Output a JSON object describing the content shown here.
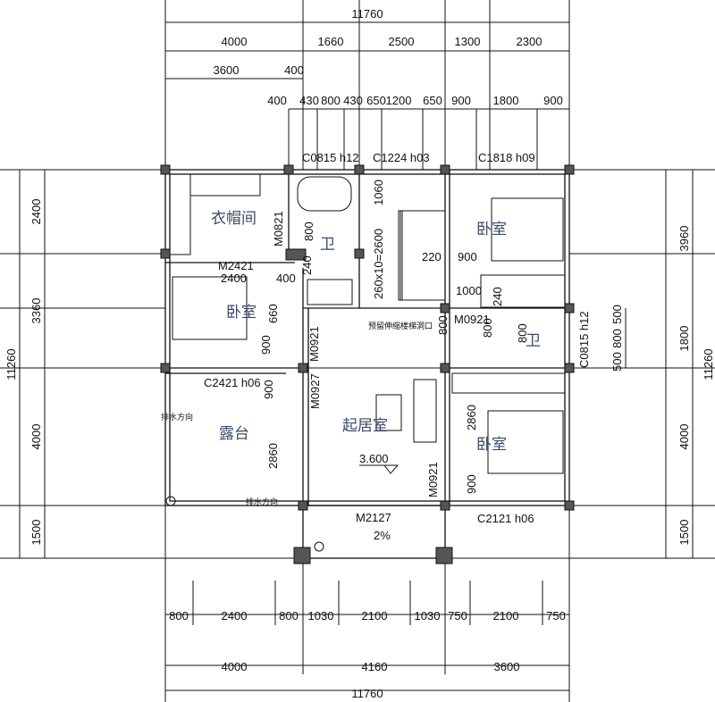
{
  "top_dims": {
    "total": "11760",
    "row2": [
      "4000",
      "1660",
      "2500",
      "1300",
      "2300"
    ],
    "row3": [
      "3600",
      "400"
    ],
    "row4": [
      "400",
      "430",
      "800",
      "430",
      "650",
      "1200",
      "650",
      "900",
      "1800",
      "900"
    ]
  },
  "bottom_dims": {
    "row1": [
      "800",
      "2400",
      "800",
      "1030",
      "2100",
      "1030",
      "750",
      "2100",
      "750"
    ],
    "row2": [
      "4000",
      "4160",
      "3600"
    ],
    "total": "11760"
  },
  "left_dims": {
    "rows": [
      "2400",
      "3360",
      "4000",
      "1500"
    ],
    "total": "11260"
  },
  "right_dims": {
    "rows": [
      "3960",
      "1800",
      "4000",
      "1500"
    ],
    "total": "11260",
    "window_sub": [
      "500",
      "800",
      "500"
    ]
  },
  "rooms": {
    "closet": "衣帽间",
    "bath1": "卫",
    "bed_nw": "卧室",
    "bed_ne": "卧室",
    "bath2": "卫",
    "terrace": "露台",
    "living": "起居室",
    "bed_se": "卧室"
  },
  "labels": {
    "c0815_top": "C0815  h12",
    "c1224": "C1224  h03",
    "c1818": "C1818  h09",
    "m0821": "M0821",
    "m2421": "M2421",
    "d2400": "2400",
    "d400": "400",
    "d800a": "800",
    "d240a": "240",
    "d1060": "1060",
    "stair": "260x10=2600",
    "d220": "220",
    "d900a": "900",
    "d1000": "1000",
    "d240b": "240",
    "d660": "660",
    "d900b": "900",
    "m0921a": "M0921",
    "stair_note": "预留伸缩楼梯洞口",
    "d800b": "800",
    "m0921b": "M0921",
    "d800c": "800",
    "d800d": "800",
    "c0815_right": "C0815  h12",
    "c2421": "C2421  h06",
    "d900c": "900",
    "m0927": "M0927",
    "drain1": "排水方向",
    "drain2": "排水方向",
    "d2860a": "2860",
    "elev": "3.600",
    "d2860b": "2860",
    "d900d": "900",
    "m0921c": "M0921",
    "m2127": "M2127",
    "slope": "2%",
    "c2121": "C2121  h06"
  }
}
